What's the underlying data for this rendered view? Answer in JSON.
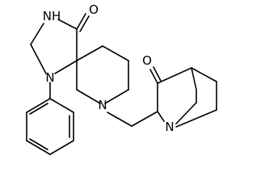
{
  "molecule": {
    "atom_labels": {
      "nh": "NH",
      "o1": "O",
      "n_phenyl": "N",
      "n_pip": "N",
      "o2": "O",
      "n_bridge": "N"
    }
  }
}
